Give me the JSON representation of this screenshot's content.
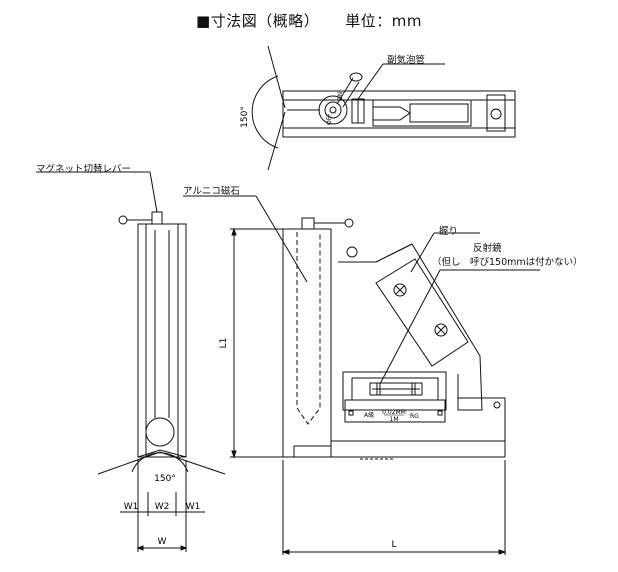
{
  "title": {
    "main": "■寸法図（概略）",
    "unit": "単位：mm"
  },
  "labels": {
    "vial": "副気泡管",
    "lever": "マグネット切替レバー",
    "magnet": "アルニコ磁石",
    "grip": "握り",
    "mirror": "反射鏡",
    "mirror_note": "（但し　呼び150mmは付かない）"
  },
  "dims": {
    "angle": "150°",
    "angle_side": "150°",
    "L1": "L1",
    "L": "L",
    "W": "W",
    "W1_left": "W1",
    "W2": "W2",
    "W1_right": "W1",
    "off": "OFF",
    "on": "ON"
  },
  "vial_plate": {
    "grade": "A級",
    "fraction_top": "0.02MM",
    "fraction_bottom": "1M",
    "suffix": "RG"
  }
}
